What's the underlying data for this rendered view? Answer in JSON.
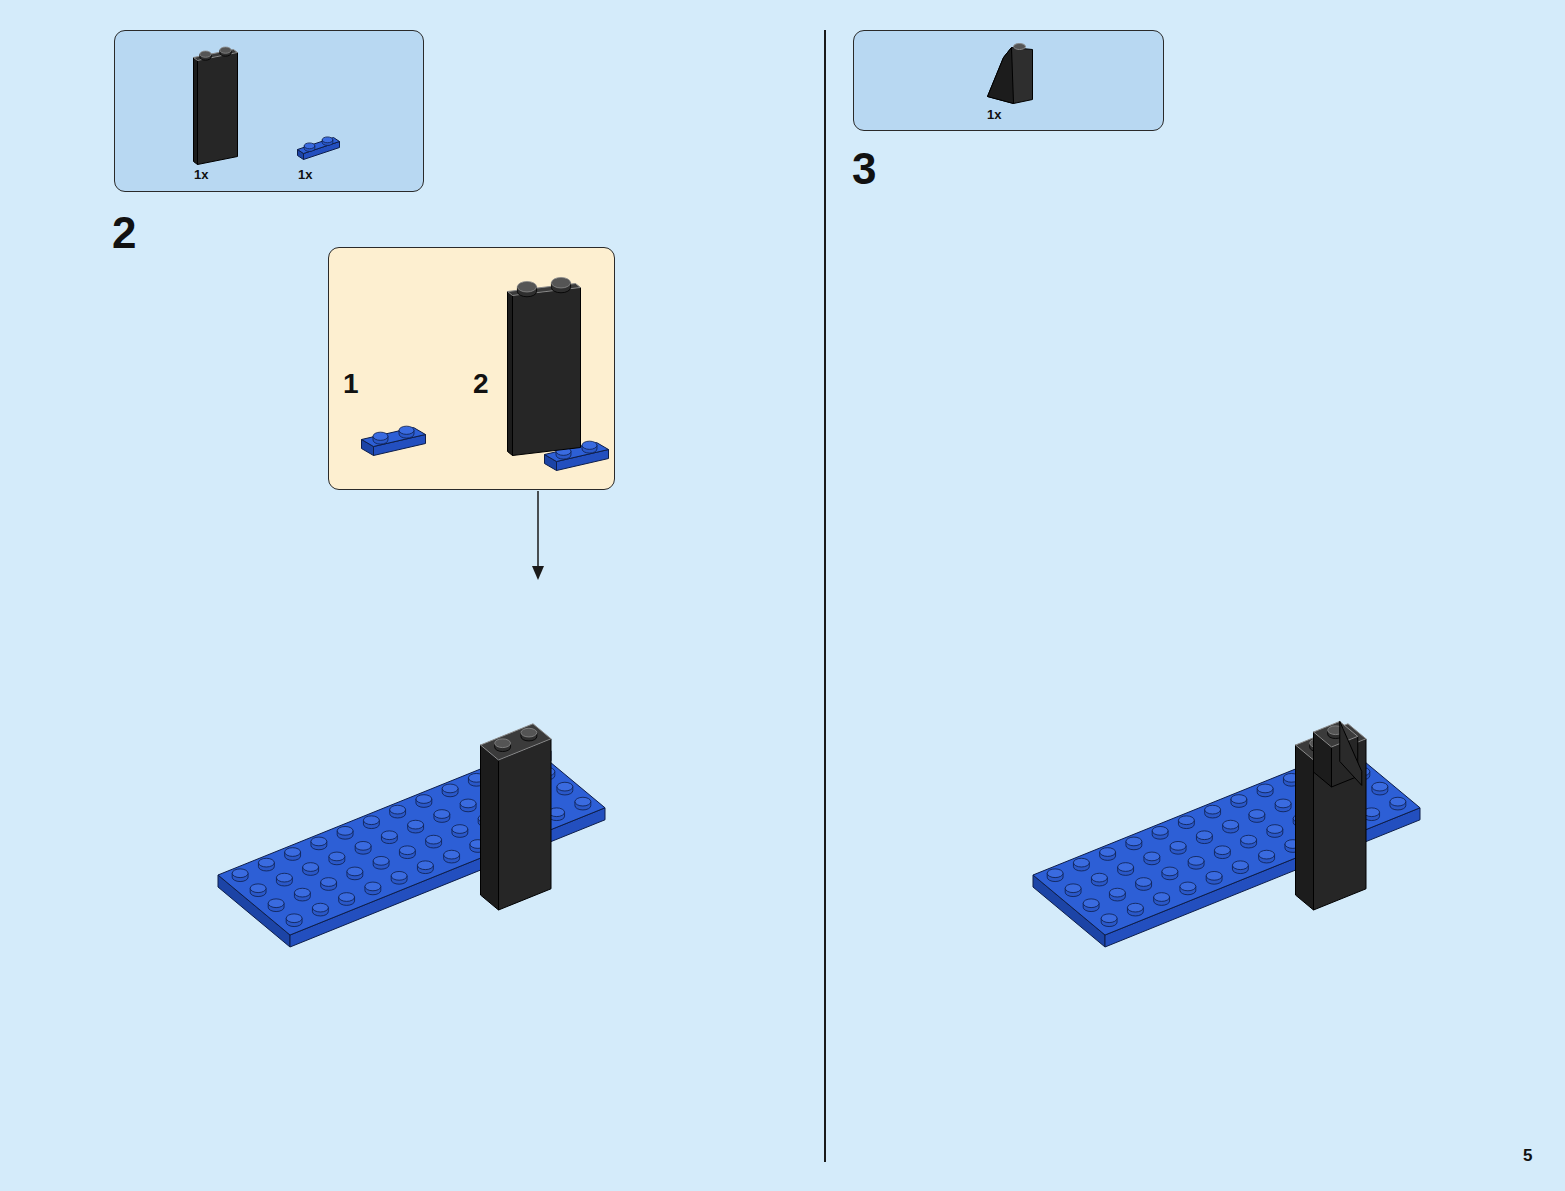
{
  "diagram": {
    "nodes": [
      {
        "text": [
          "1x",
          "1x"
        ]
      },
      {
        "text": [
          "1",
          "2"
        ]
      },
      {
        "text": [
          "1x"
        ]
      }
    ],
    "labels": [
      "2",
      "3",
      "5"
    ]
  }
}
